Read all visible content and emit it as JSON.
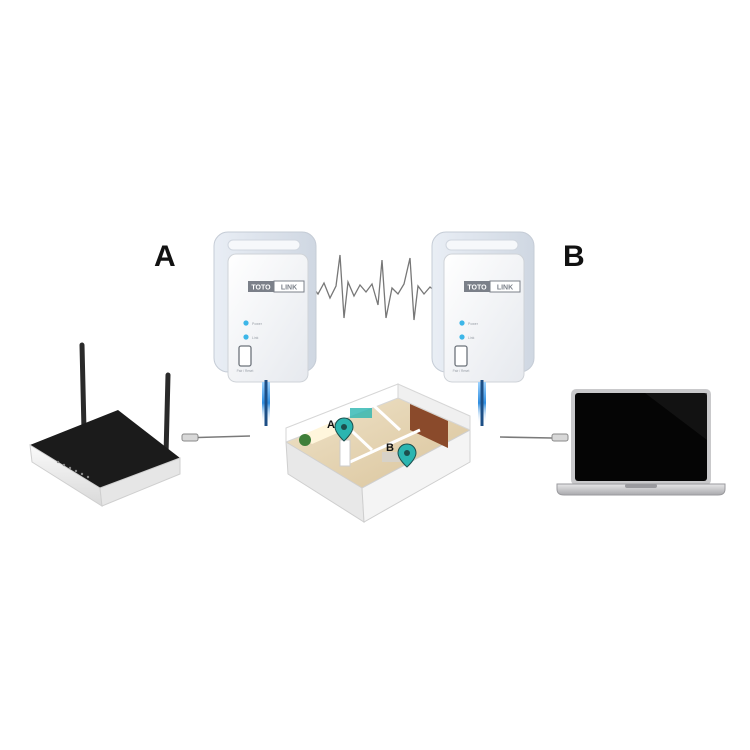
{
  "labels": {
    "point_a": "A",
    "point_b": "B",
    "room_a": "A",
    "room_b": "B"
  },
  "adapter": {
    "brand_left": "TOTO",
    "brand_right": "LINK",
    "led_power": "Power",
    "led_link": "Link",
    "button_caption": "Pair / Reset"
  },
  "colors": {
    "led": "#3cb6e8",
    "pin_marker": "#2bb5b0",
    "signal_glow": "#2f8de0",
    "router_top": "#1b1b1b",
    "router_body": "#f2f2f2",
    "laptop_screen": "#050505",
    "laptop_body": "#c9c9cb"
  },
  "icons": {
    "router": "router-icon",
    "laptop": "laptop-icon",
    "adapter": "powerline-adapter-icon",
    "house": "house-floorplan-icon",
    "signal": "powerline-signal-wave",
    "cable": "ethernet-cable-icon",
    "location": "location-pin-icon"
  }
}
